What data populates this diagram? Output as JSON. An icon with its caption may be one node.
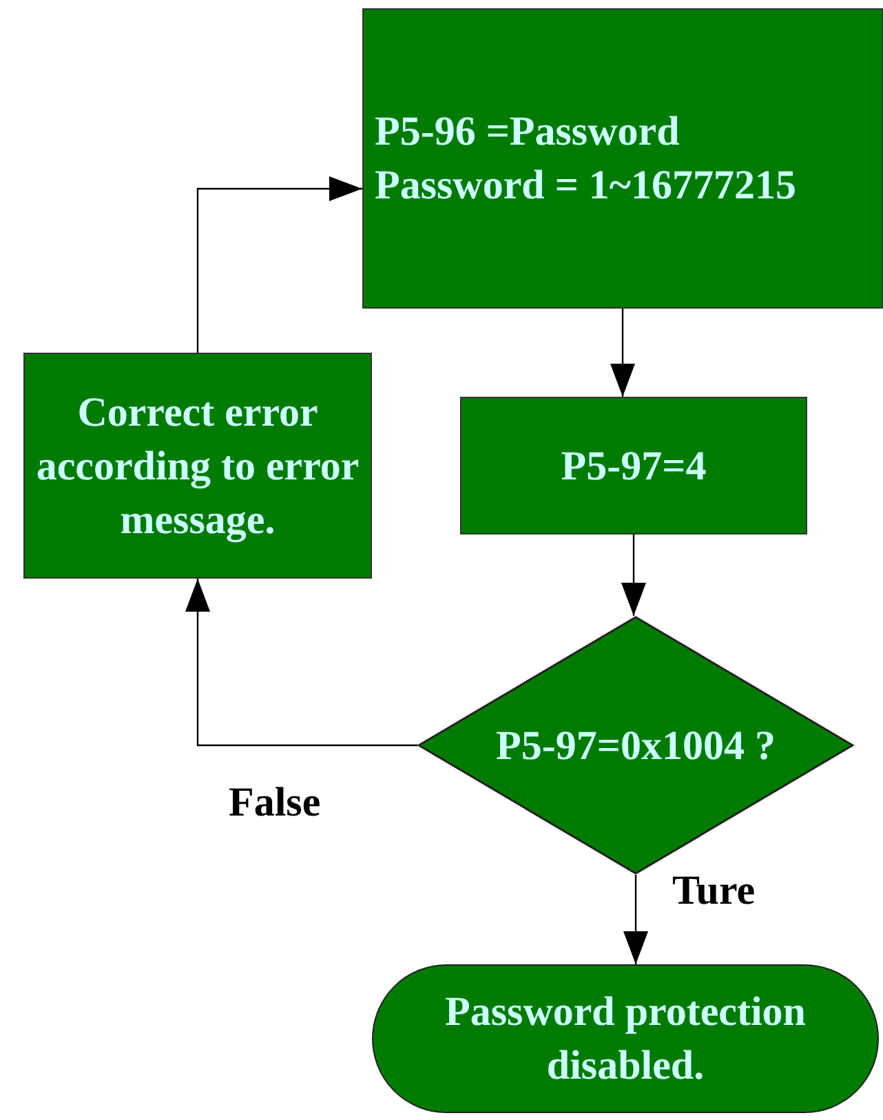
{
  "diagram": {
    "nodes": [
      {
        "text": [
          "P5-96 =Password",
          "Password = 1~16777215"
        ]
      },
      {
        "text": [
          "Correct error according to error message."
        ]
      },
      {
        "text": [
          "P5-97=4"
        ]
      },
      {
        "text": [
          "P5-97=0x1004 ?"
        ]
      },
      {
        "text": [
          "Password protection disabled."
        ]
      }
    ],
    "edges": [
      {
        "from": 0,
        "to": 2,
        "arrow": "to"
      },
      {
        "from": 2,
        "to": 3,
        "arrow": "to"
      },
      {
        "from": 3,
        "to": 4,
        "arrow": "to",
        "label": "Ture"
      },
      {
        "from": 3,
        "to": 1,
        "arrow": "to",
        "label": "False"
      },
      {
        "from": 1,
        "to": 0,
        "arrow": "to"
      }
    ]
  }
}
